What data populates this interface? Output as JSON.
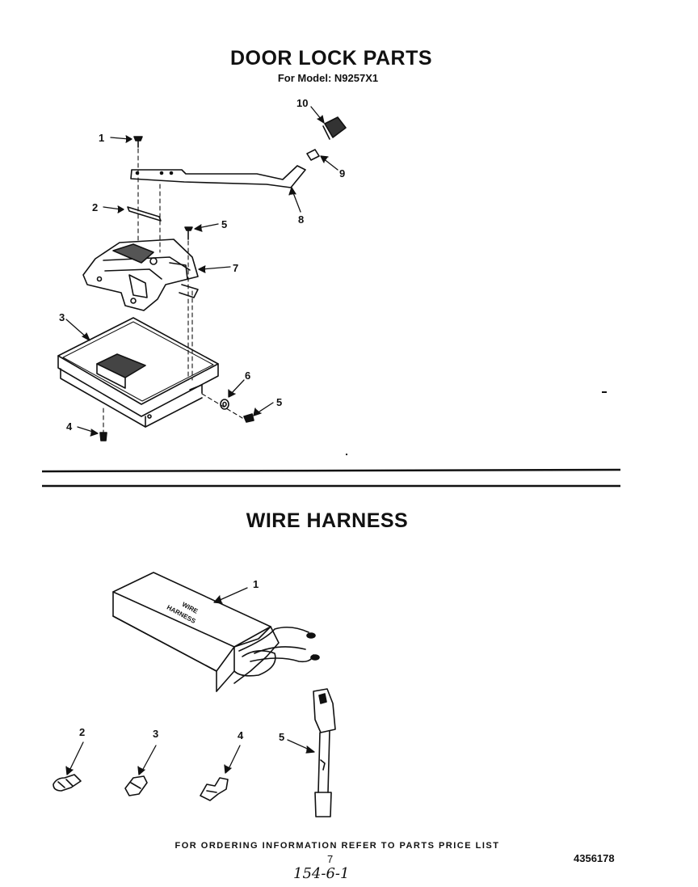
{
  "door_lock": {
    "title": "DOOR LOCK PARTS",
    "model_line": "For Model: N9257X1",
    "callouts": [
      "1",
      "2",
      "3",
      "4",
      "5",
      "5",
      "6",
      "7",
      "8",
      "9",
      "10"
    ]
  },
  "wire_harness": {
    "title": "WIRE HARNESS",
    "box_label_line1": "WIRE",
    "box_label_line2": "HARNESS",
    "callouts": [
      "1",
      "2",
      "3",
      "4",
      "5"
    ]
  },
  "footer": {
    "ordering_text": "FOR ORDERING INFORMATION REFER TO PARTS PRICE LIST",
    "page_number": "7",
    "doc_number": "4356178",
    "handwritten": "154-6-1"
  }
}
